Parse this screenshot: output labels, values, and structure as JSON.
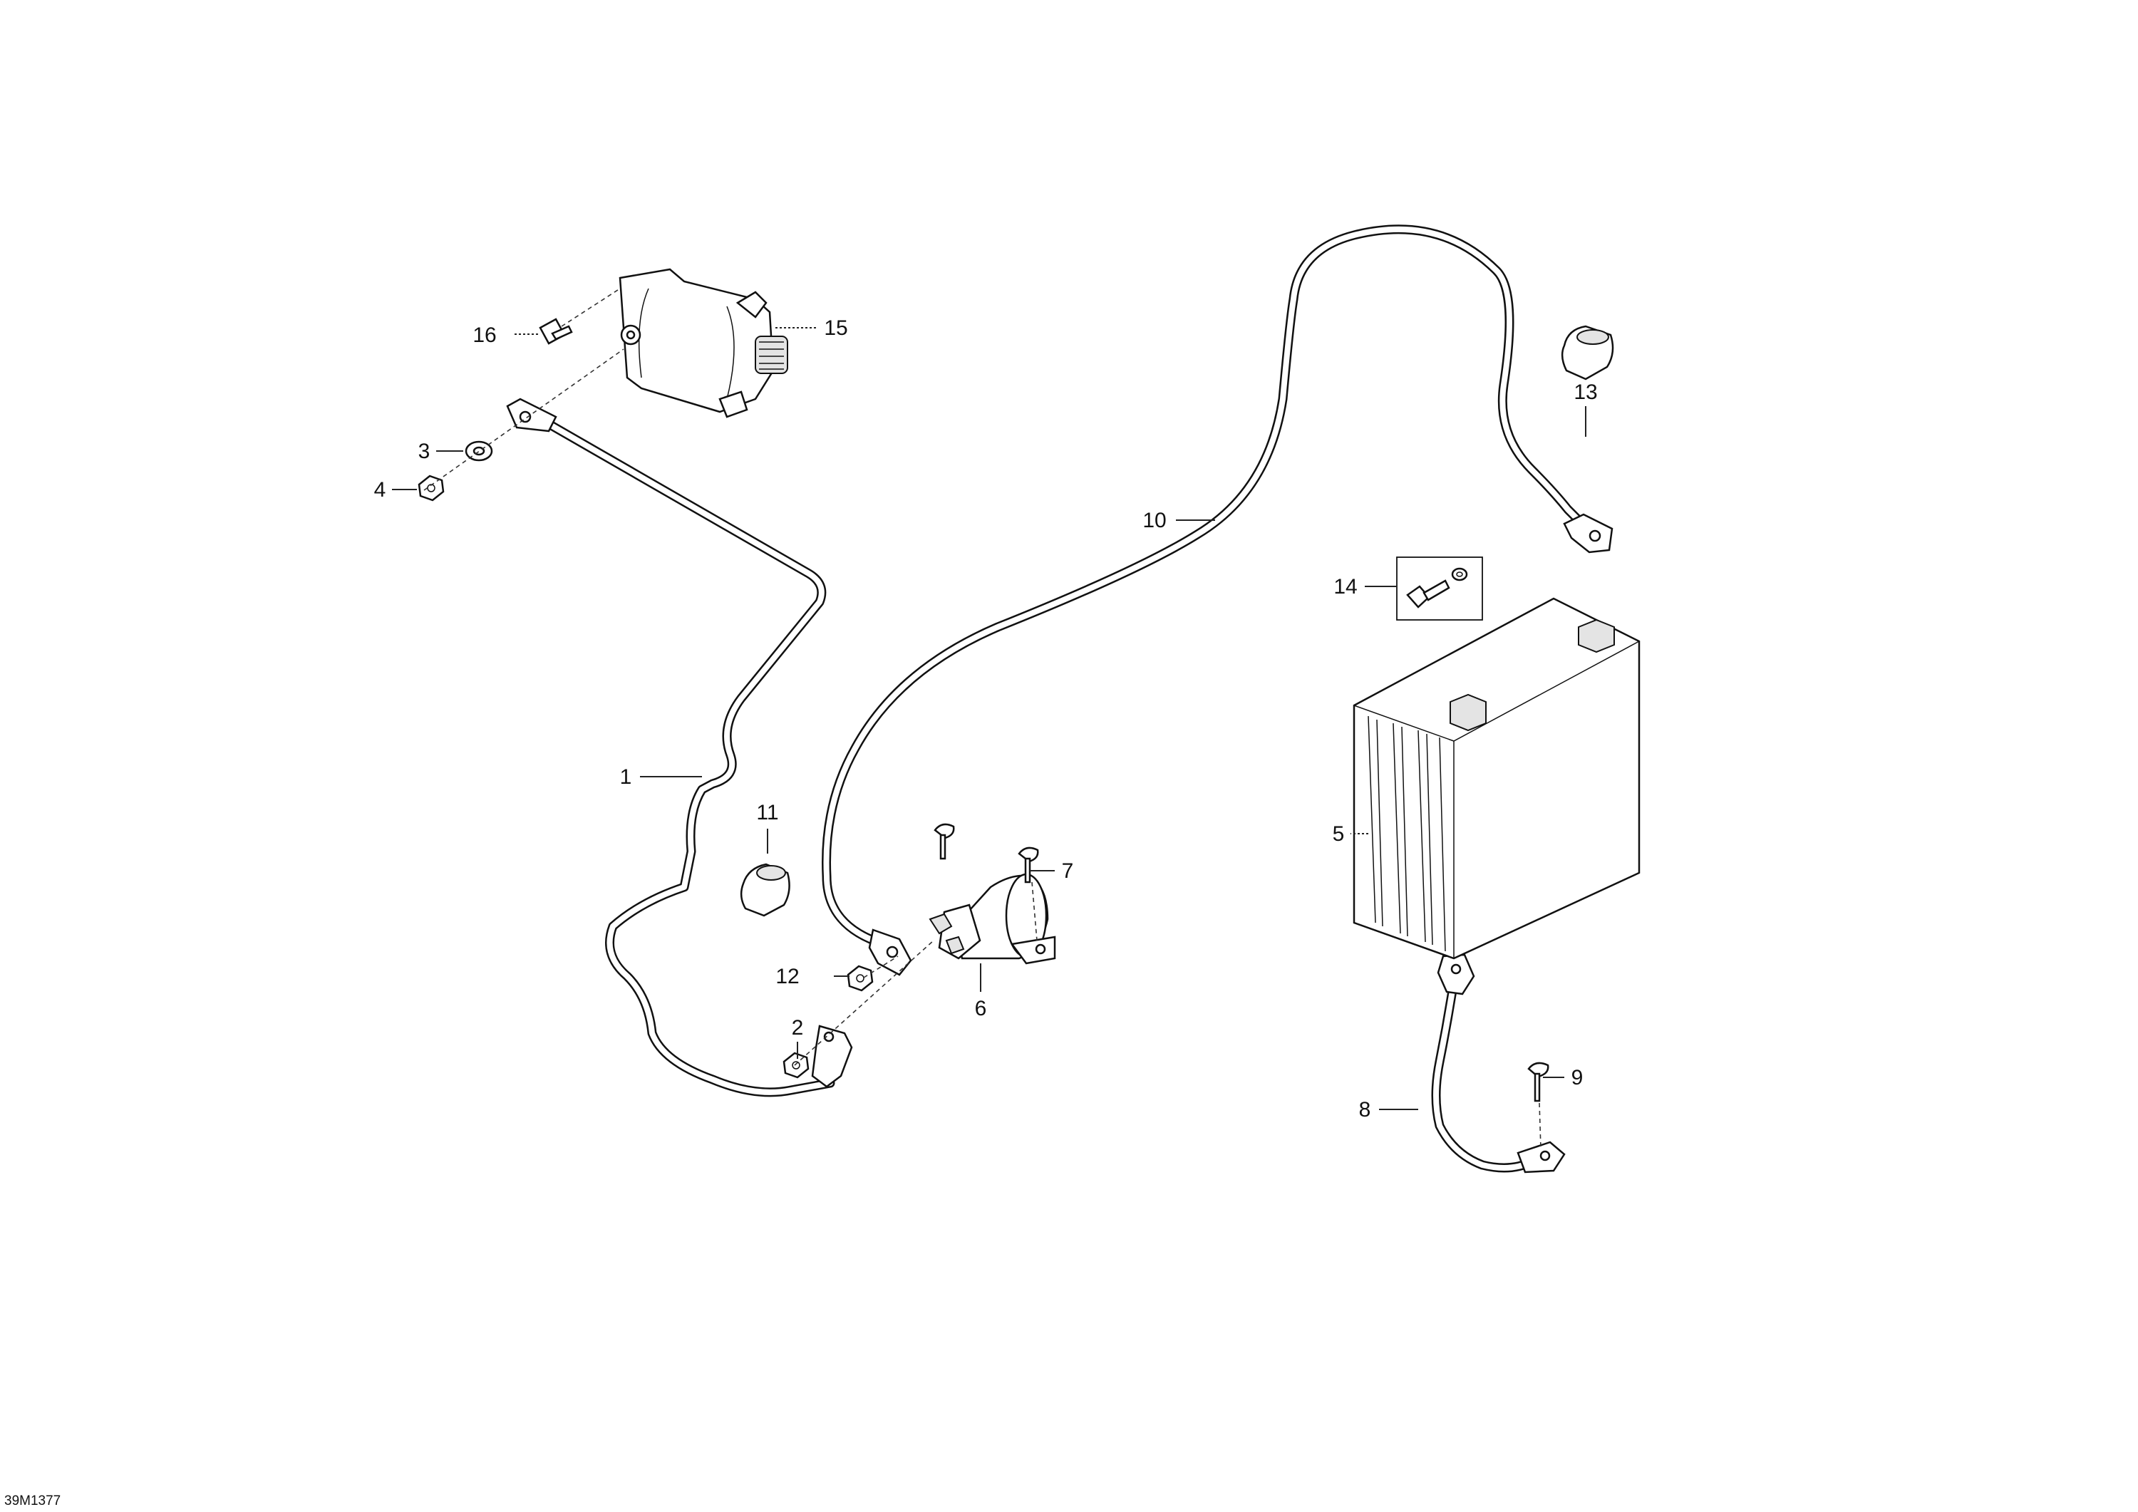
{
  "figure": {
    "code": "39M1377",
    "callouts": [
      {
        "id": "1",
        "label": "1"
      },
      {
        "id": "2",
        "label": "2"
      },
      {
        "id": "3",
        "label": "3"
      },
      {
        "id": "4",
        "label": "4"
      },
      {
        "id": "5",
        "label": "5"
      },
      {
        "id": "6",
        "label": "6"
      },
      {
        "id": "7",
        "label": "7"
      },
      {
        "id": "8",
        "label": "8"
      },
      {
        "id": "9",
        "label": "9"
      },
      {
        "id": "10",
        "label": "10"
      },
      {
        "id": "11",
        "label": "11"
      },
      {
        "id": "12",
        "label": "12"
      },
      {
        "id": "13",
        "label": "13"
      },
      {
        "id": "14",
        "label": "14"
      },
      {
        "id": "15",
        "label": "15"
      },
      {
        "id": "16",
        "label": "16"
      }
    ]
  }
}
